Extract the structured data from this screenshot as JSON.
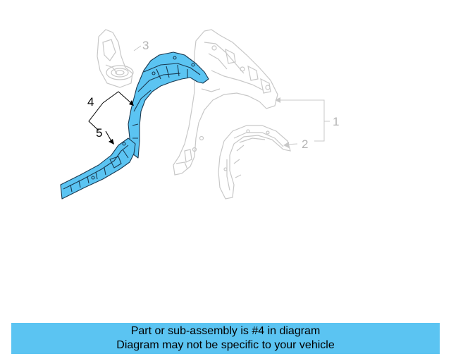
{
  "callouts": {
    "c1": "1",
    "c2": "2",
    "c3": "3",
    "c4": "4",
    "c5": "5"
  },
  "caption": {
    "line1": "Part or sub-assembly is #4 in diagram",
    "line2": "Diagram may not be specific to your vehicle"
  },
  "colors": {
    "highlight_fill": "#5bc4f2",
    "highlight_stroke": "#1a3a52",
    "ghost_stroke": "#c8c8c8",
    "caption_bg": "#5bc4f2"
  }
}
